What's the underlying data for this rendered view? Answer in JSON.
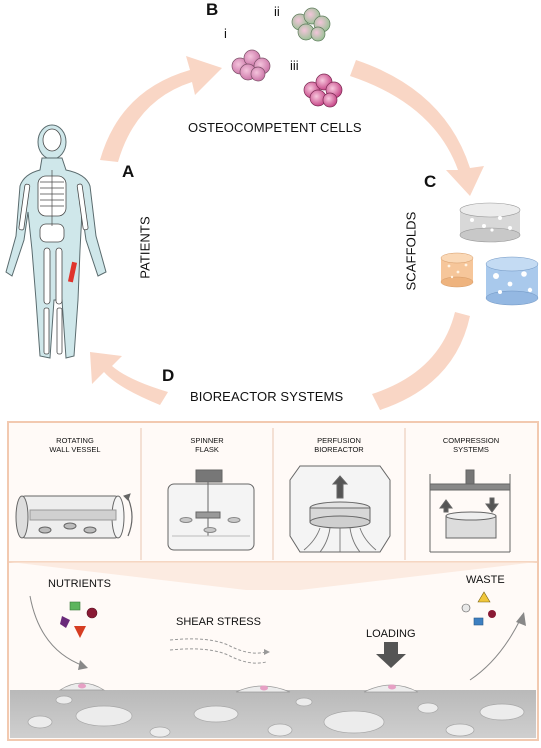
{
  "letters": {
    "a": "A",
    "b": "B",
    "c": "C",
    "d": "D"
  },
  "cells": {
    "title": "OSTEOCOMPETENT CELLS",
    "labels": [
      "i",
      "ii",
      "iii"
    ]
  },
  "patients": "PATIENTS",
  "scaffolds": "SCAFFOLDS",
  "bioreactor": {
    "title": "BIOREACTOR SYSTEMS",
    "systems": [
      {
        "line1": "ROTATING",
        "line2": "WALL VESSEL"
      },
      {
        "line1": "SPINNER",
        "line2": "FLASK"
      },
      {
        "line1": "PERFUSION",
        "line2": "BIOREACTOR"
      },
      {
        "line1": "COMPRESSION",
        "line2": "SYSTEMS"
      }
    ]
  },
  "environment": {
    "nutrients": "NUTRIENTS",
    "shear": "SHEAR STRESS",
    "loading": "LOADING",
    "waste": "WASTE"
  },
  "colors": {
    "cycle_arrow": "#f9d6c5",
    "panel_border": "#f2c9b0",
    "body_fill": "#cfe7ea",
    "cell_pink": "#c66ba1",
    "scaffold_grey": "#d8d8d8",
    "scaffold_orange": "#f6c69a",
    "scaffold_blue": "#a9c9ec",
    "bone_red": "#e0342c"
  }
}
